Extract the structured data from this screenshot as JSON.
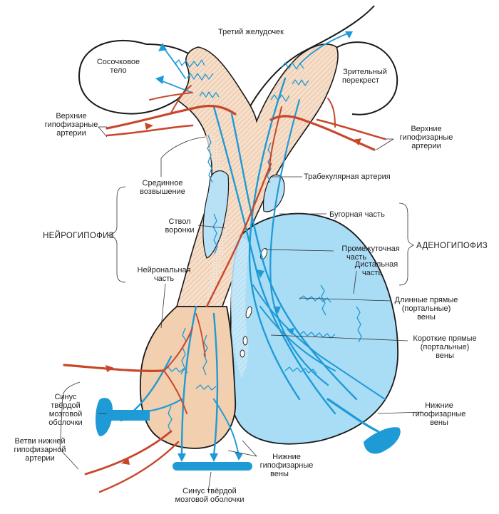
{
  "labels": {
    "third_ventricle": "Третий желудочек",
    "mammillary_body": [
      "Сосочковое",
      "тело"
    ],
    "optic_chiasm": [
      "Зрительный",
      "перекрест"
    ],
    "superior_arteries_left": [
      "Верхние",
      "гипофизарные",
      "артерии"
    ],
    "superior_arteries_right": [
      "Верхние",
      "гипофизарные",
      "артерии"
    ],
    "median_eminence": [
      "Срединное",
      "возвышение"
    ],
    "trabecular_artery": "Трабекулярная артерия",
    "tuberal_part": "Бугорная часть",
    "infundibular_stem": [
      "Ствол",
      "воронки"
    ],
    "neurohypophysis": "НЕЙРОГИПОФИЗ",
    "adenohypophysis": "АДЕНОГИПОФИЗ",
    "intermediate_part": [
      "Промежуточная",
      "часть"
    ],
    "distal_part": [
      "Дистальная",
      "часть"
    ],
    "neural_part": [
      "Нейрональная",
      "часть"
    ],
    "long_portal_veins": [
      "Длинные прямые",
      "(портальные)",
      "вены"
    ],
    "short_portal_veins": [
      "Короткие прямые",
      "(портальные)",
      "вены"
    ],
    "sinus_left": [
      "Синус",
      "твёрдой",
      "мозговой",
      "оболочки"
    ],
    "inferior_veins_right": [
      "Нижние",
      "гипофизарные",
      "вены"
    ],
    "inferior_artery_branches": [
      "Ветви нижней",
      "гипофизарной",
      "артерии"
    ],
    "inferior_veins_center": [
      "Нижние",
      "гипофизарные",
      "вены"
    ],
    "sinus_bottom": [
      "Синус твёрдой",
      "мозговой оболочки"
    ]
  },
  "colors": {
    "neurohypophysis_fill": "#f3d7bf",
    "neurohypophysis_hatch": "#e9b98e",
    "adenohypophysis_fill": "#a9dcf5",
    "artery": "#c8472b",
    "vein": "#1e9bd7",
    "outline": "#1a1a1a"
  }
}
